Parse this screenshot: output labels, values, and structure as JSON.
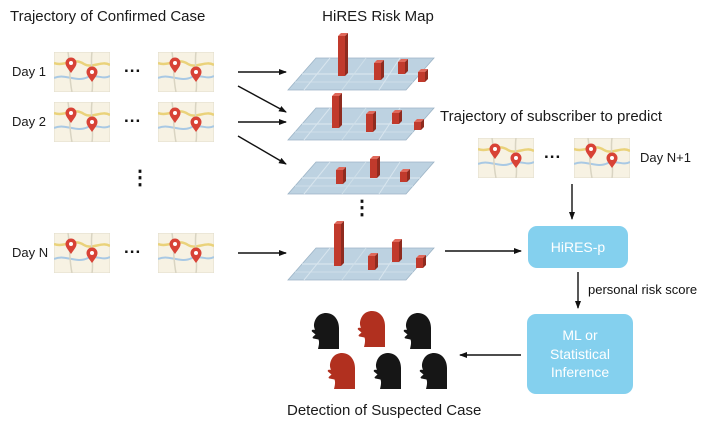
{
  "titles": {
    "confirmed_trajectory": "Trajectory of Confirmed Case",
    "hires_risk_map": "HiRES Risk Map",
    "subscriber_trajectory": "Trajectory of subscriber to predict",
    "detection": "Detection of Suspected Case"
  },
  "day_rows": [
    {
      "label": "Day 1"
    },
    {
      "label": "Day 2"
    },
    {
      "label": "Day N"
    }
  ],
  "subscriber_day_label": "Day N+1",
  "ellipsis_horizontal": "...",
  "ellipsis_vertical": "⋮",
  "process_boxes": {
    "hires_p": "HiRES-p",
    "ml_inference": "ML or Statistical Inference"
  },
  "edge_labels": {
    "personal_risk_score": "personal risk score"
  },
  "heads": {
    "colors": [
      "black",
      "red",
      "black",
      "red",
      "black",
      "black"
    ]
  },
  "colors": {
    "process_box_bg": "#84d0ee",
    "head_black": "#161616",
    "head_red": "#b1301f",
    "risk_bar_red": "#c13a2c",
    "map_plane_blue": "#bdd2e1",
    "pin_red": "#d84236",
    "arrow": "#111111"
  },
  "icons": {
    "map_thumbnail": "map-with-pins-icon",
    "risk_map": "3d-bar-risk-map-icon",
    "head": "person-head-silhouette-icon"
  }
}
